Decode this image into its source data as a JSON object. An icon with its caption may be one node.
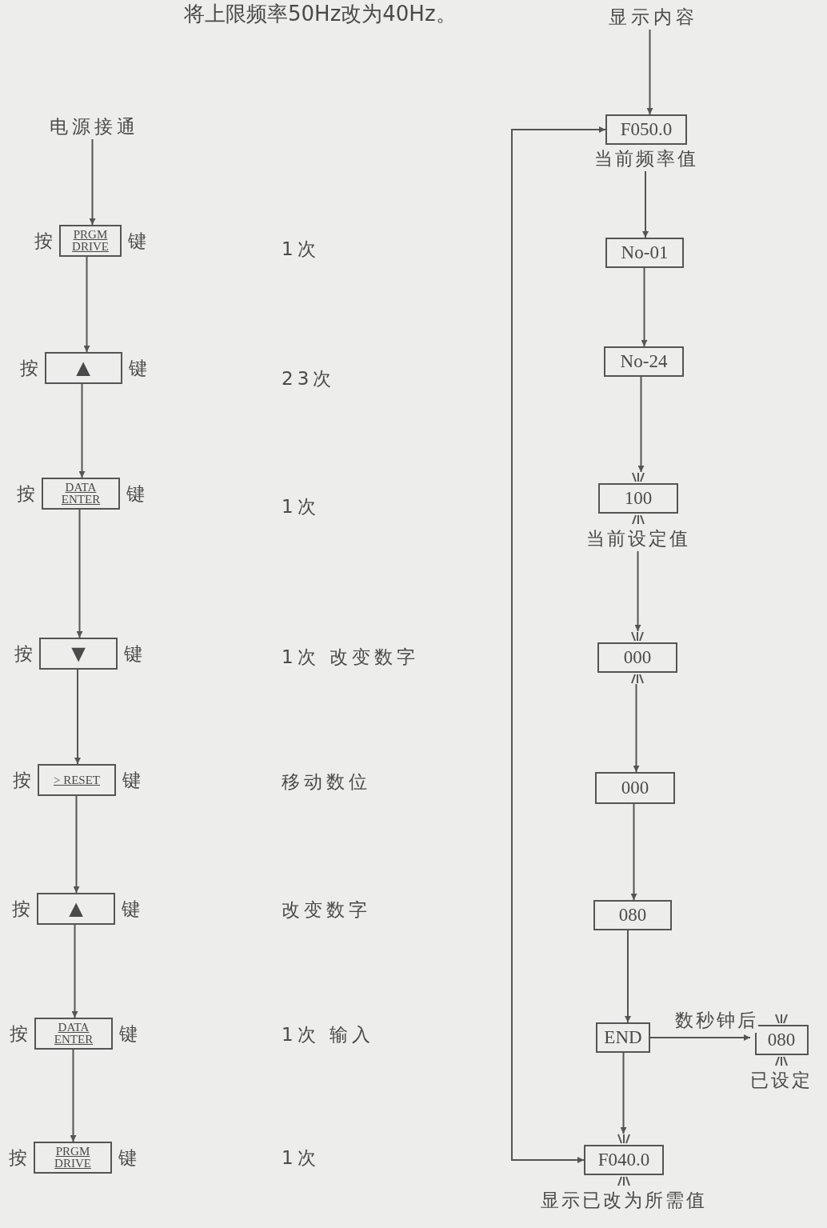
{
  "diagram": {
    "title": "将上限频率50Hz改为40Hz。",
    "nodes": [
      {
        "text": [
          "电源接通"
        ]
      },
      {
        "text": [
          "PRGM DRIVE"
        ],
        "beside": [
          "按",
          "键"
        ]
      },
      {
        "text": [
          "▲"
        ],
        "beside": [
          "按",
          "键"
        ]
      },
      {
        "text": [
          "DATA ENTER"
        ],
        "beside": [
          "按",
          "键"
        ]
      },
      {
        "text": [
          "▼"
        ],
        "beside": [
          "按",
          "键"
        ]
      },
      {
        "text": [
          "> RESET"
        ],
        "beside": [
          "按",
          "键"
        ]
      },
      {
        "text": [
          "▲"
        ],
        "beside": [
          "按",
          "键"
        ]
      },
      {
        "text": [
          "DATA ENTER"
        ],
        "beside": [
          "按",
          "键"
        ]
      },
      {
        "text": [
          "PRGM DRIVE"
        ],
        "beside": [
          "按",
          "键"
        ]
      },
      {
        "text": [
          "显示内容"
        ]
      },
      {
        "text": [
          "F050.0"
        ],
        "beside": [
          "当前频率值"
        ]
      },
      {
        "text": [
          "No-01"
        ]
      },
      {
        "text": [
          "No-24"
        ]
      },
      {
        "text": [
          "100"
        ],
        "beside": [
          "当前设定值"
        ]
      },
      {
        "text": [
          "000"
        ]
      },
      {
        "text": [
          "000"
        ]
      },
      {
        "text": [
          "080"
        ]
      },
      {
        "text": [
          "END"
        ]
      },
      {
        "text": [
          "080"
        ],
        "beside": [
          "已设定"
        ]
      },
      {
        "text": [
          "F040.0"
        ],
        "beside": [
          "显示已改为所需值"
        ]
      }
    ],
    "edges": [
      {
        "from": 0,
        "to": 1,
        "arrow": "to"
      },
      {
        "from": 1,
        "to": 2,
        "arrow": "to"
      },
      {
        "from": 2,
        "to": 3,
        "arrow": "to"
      },
      {
        "from": 3,
        "to": 4,
        "arrow": "to"
      },
      {
        "from": 4,
        "to": 5,
        "arrow": "to"
      },
      {
        "from": 5,
        "to": 6,
        "arrow": "to"
      },
      {
        "from": 6,
        "to": 7,
        "arrow": "to"
      },
      {
        "from": 7,
        "to": 8,
        "arrow": "to"
      },
      {
        "from": 9,
        "to": 10,
        "arrow": "to"
      },
      {
        "from": 10,
        "to": 11,
        "arrow": "to"
      },
      {
        "from": 11,
        "to": 12,
        "arrow": "to"
      },
      {
        "from": 12,
        "to": 13,
        "arrow": "to"
      },
      {
        "from": 13,
        "to": 14,
        "arrow": "to"
      },
      {
        "from": 14,
        "to": 15,
        "arrow": "to"
      },
      {
        "from": 15,
        "to": 16,
        "arrow": "to"
      },
      {
        "from": 16,
        "to": 17,
        "arrow": "to"
      },
      {
        "from": 17,
        "to": 18,
        "label": "数秒钟后",
        "arrow": "to"
      },
      {
        "from": 17,
        "to": 19,
        "arrow": "to"
      },
      {
        "from": 10,
        "to": 19,
        "arrow": "both"
      }
    ],
    "labels": [
      "1次",
      "23次",
      "1次",
      "1次 改变数字",
      "移动数位",
      "改变数字",
      "1次 输入",
      "1次"
    ]
  }
}
